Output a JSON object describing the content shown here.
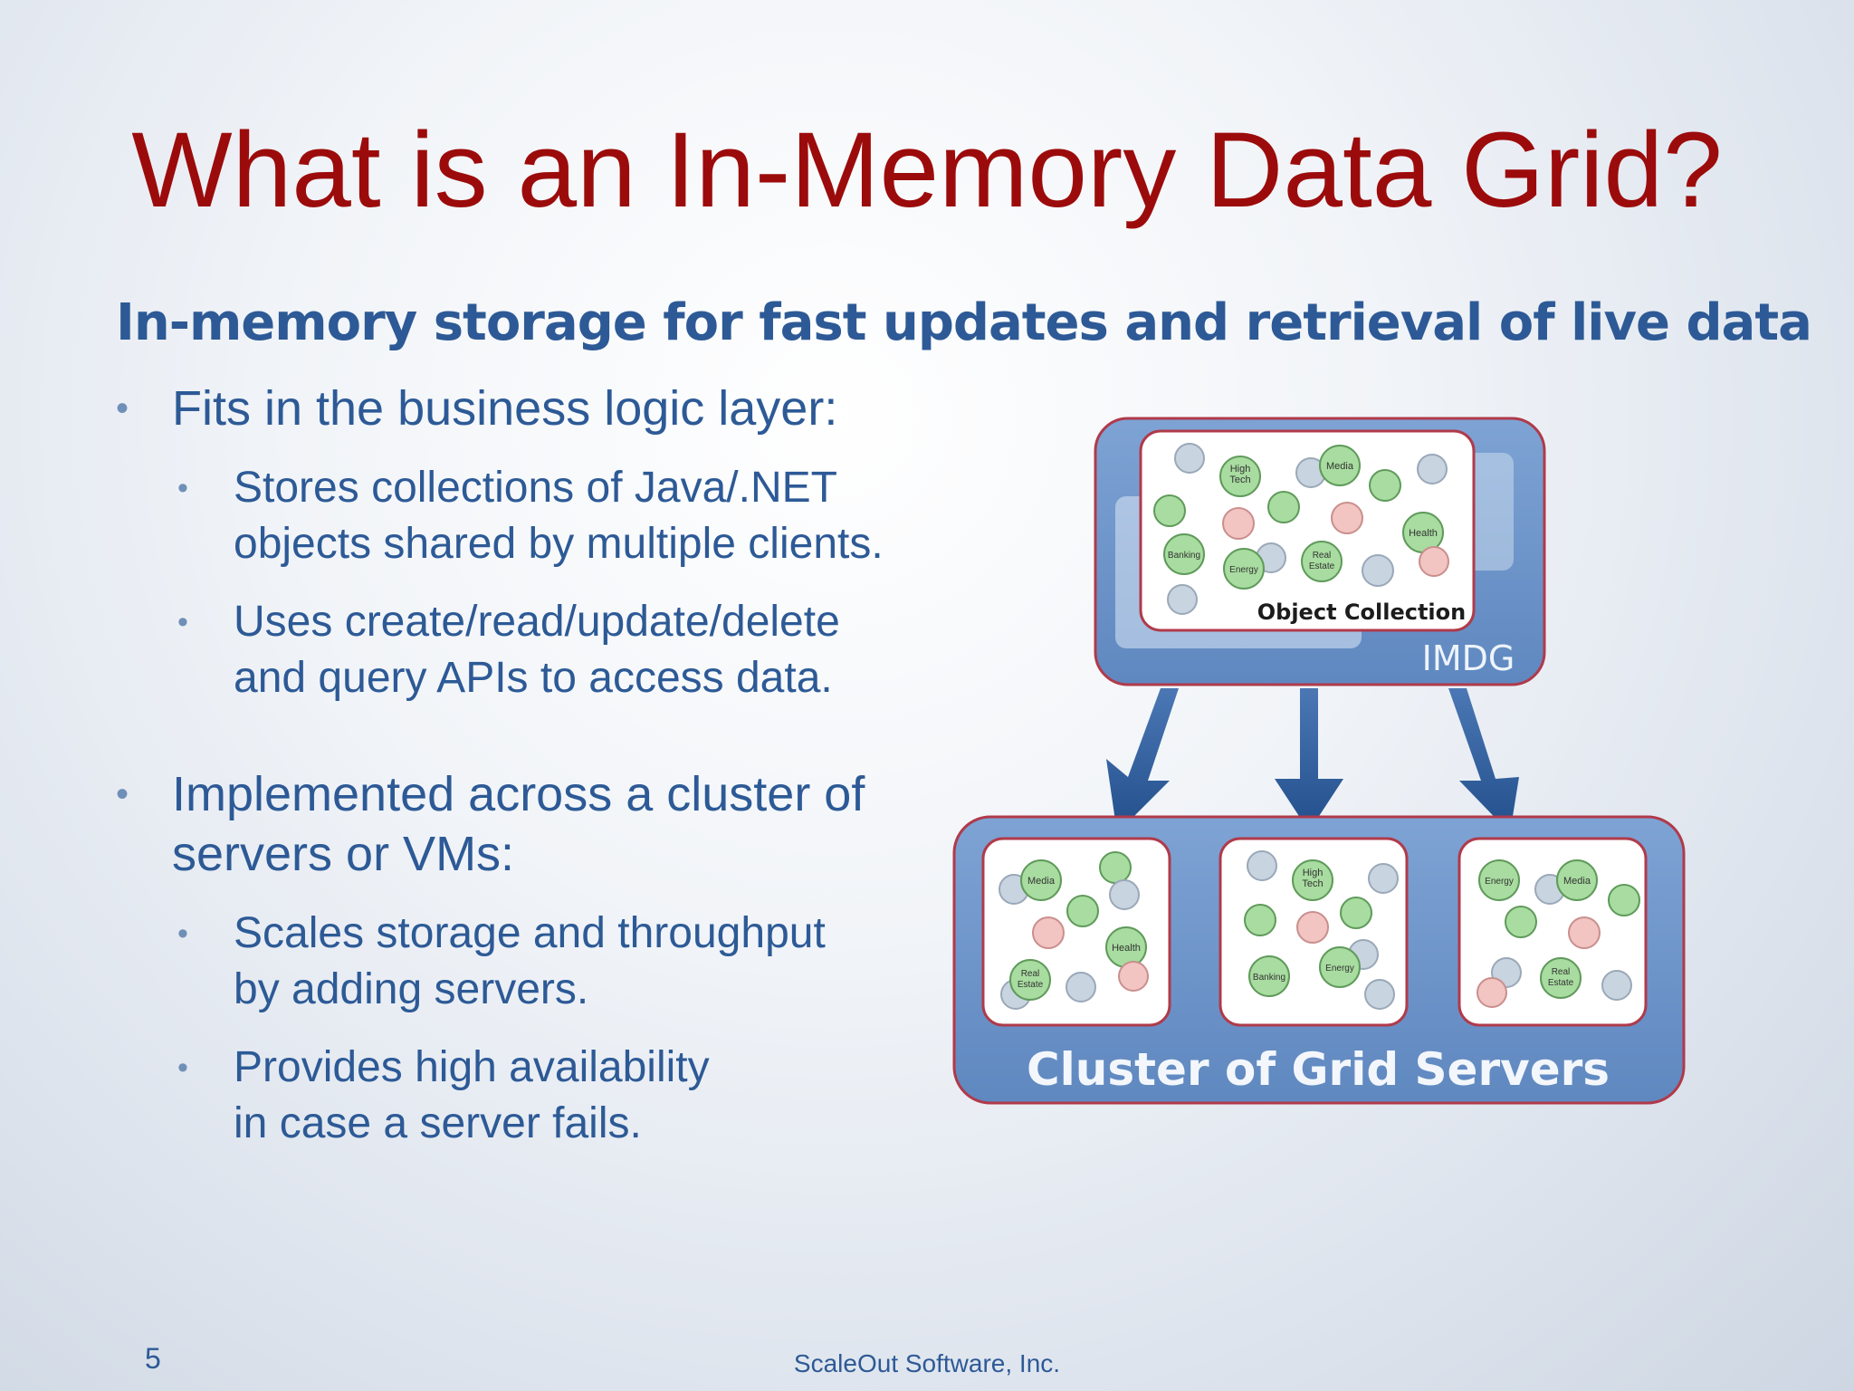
{
  "slide": {
    "title": "What is an In-Memory Data Grid?",
    "subtitle": "In-memory storage for fast updates and retrieval of live data",
    "bullets": [
      {
        "text": "Fits in the business logic layer:",
        "sub": [
          {
            "line1": "Stores collections of Java/.NET",
            "line2": "objects shared by multiple clients."
          },
          {
            "line1": "Uses create/read/update/delete",
            "line2": "and query APIs to access data."
          }
        ]
      },
      {
        "line1": "Implemented across a cluster of",
        "line2": "servers or VMs:",
        "sub": [
          {
            "line1": "Scales storage and throughput",
            "line2": "by adding servers."
          },
          {
            "line1": "Provides high availability",
            "line2": "in case a server fails."
          }
        ]
      }
    ],
    "page_number": "5",
    "company": "ScaleOut Software, Inc."
  },
  "diagram": {
    "imdg_label": "IMDG",
    "object_collection_label": "Object Collection",
    "cluster_label": "Cluster of Grid Servers",
    "tags": {
      "high_tech": [
        "High",
        "Tech"
      ],
      "media": "Media",
      "health": "Health",
      "banking": "Banking",
      "energy": "Energy",
      "real_estate": [
        "Real",
        "Estate"
      ]
    },
    "colors": {
      "title": "#9c0b0b",
      "text": "#2d5a96",
      "panel": "#6f97cc",
      "panel_border": "#b03a4a",
      "arrow": "#2b5c98",
      "green": "#a8dca0",
      "pink": "#f2c4c2",
      "gray": "#c8d4e0"
    }
  }
}
